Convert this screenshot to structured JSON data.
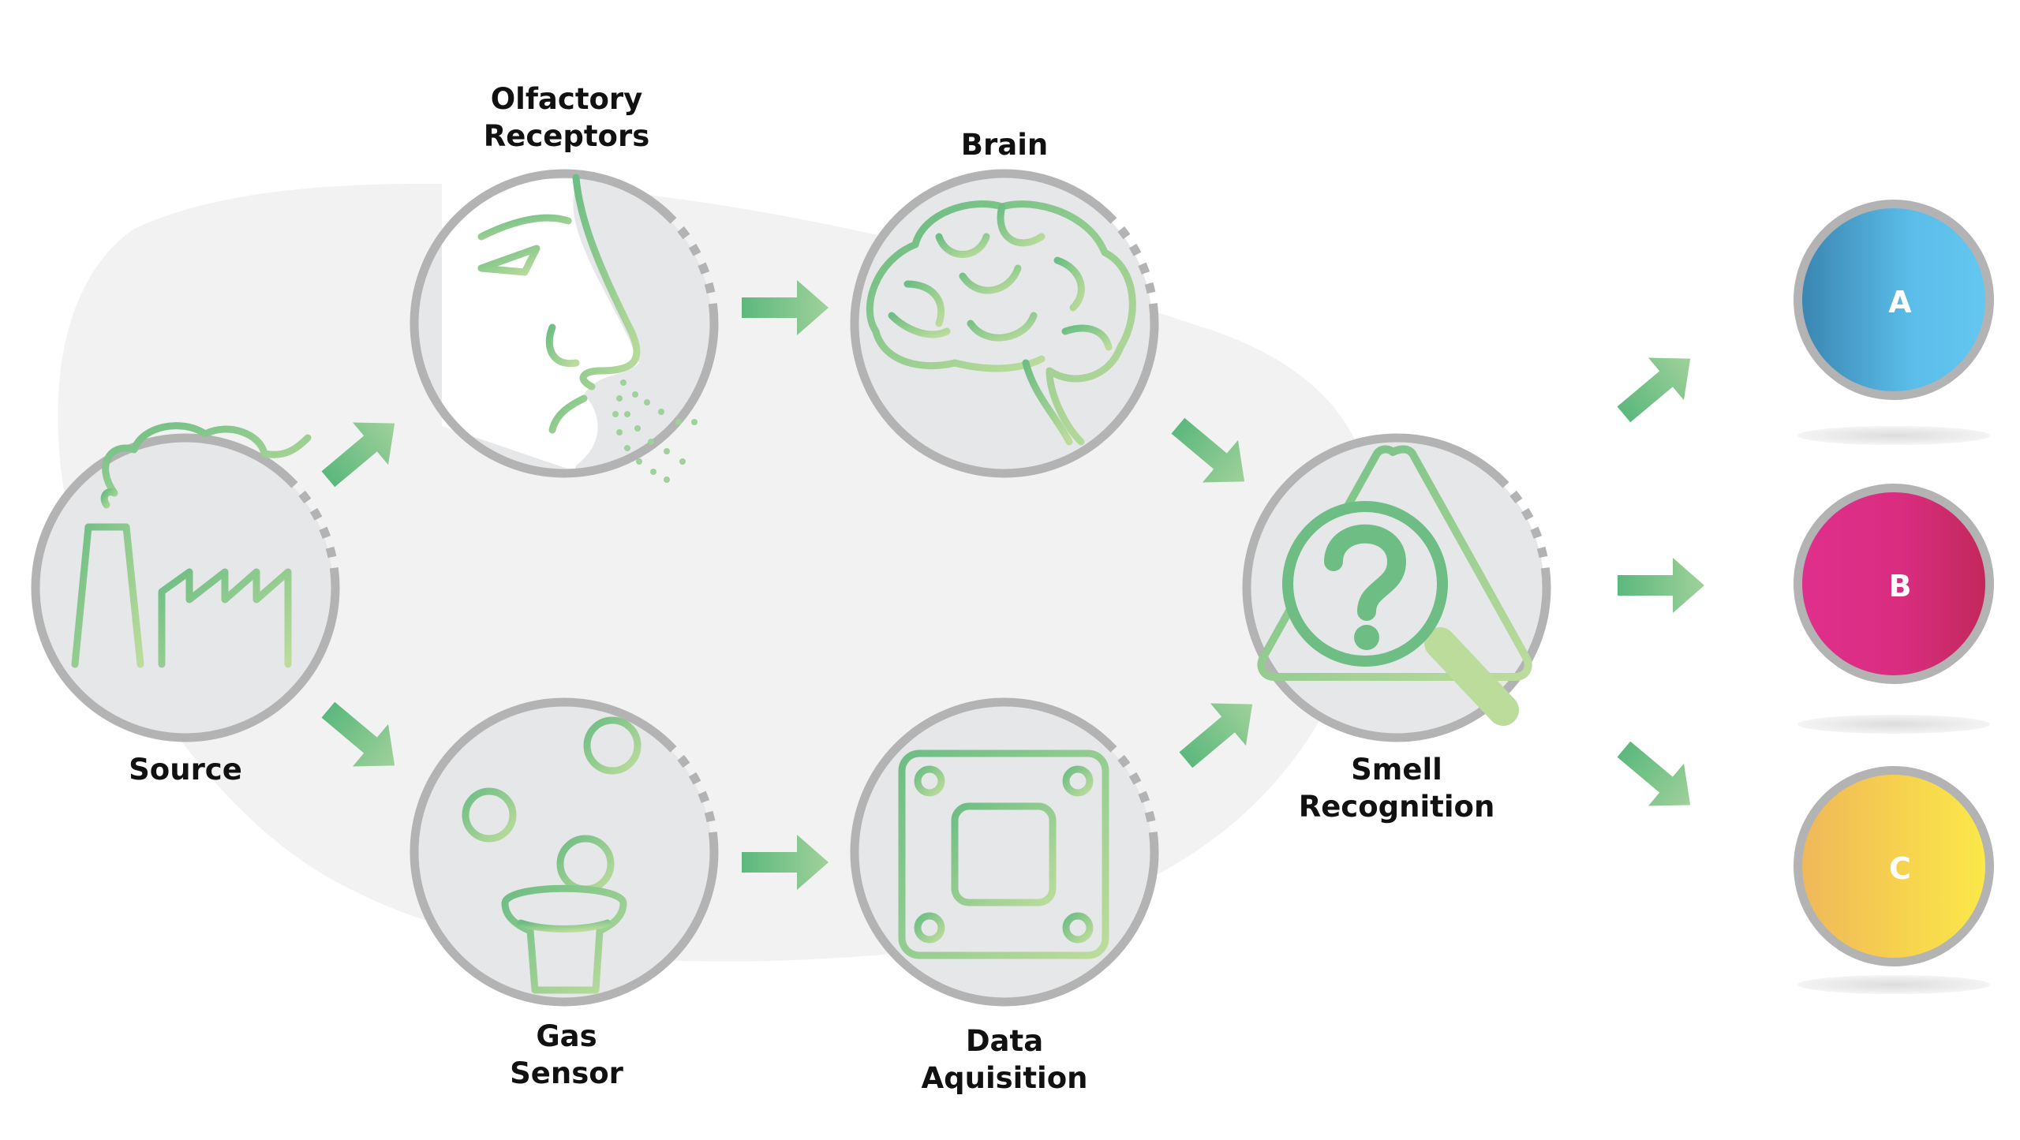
{
  "nodes": {
    "source": {
      "label": [
        "Source"
      ],
      "icon": "factory-icon"
    },
    "olfactory": {
      "label": [
        "Olfactory",
        "Receptors"
      ],
      "icon": "nose-face-icon"
    },
    "brain": {
      "label": [
        "Brain"
      ],
      "icon": "brain-icon"
    },
    "gas": {
      "label": [
        "Gas",
        "Sensor"
      ],
      "icon": "gas-sensor-icon"
    },
    "data": {
      "label": [
        "Data",
        "Aquisition"
      ],
      "icon": "chip-icon"
    },
    "smell": {
      "label": [
        "Smell",
        "Recognition"
      ],
      "icon": "magnifier-question-icon"
    }
  },
  "outputs": [
    {
      "letter": "A",
      "color_start": "#3b86b2",
      "color_end": "#63c7f0"
    },
    {
      "letter": "B",
      "color_start": "#df2f8c",
      "color_end": "#c2285a"
    },
    {
      "letter": "C",
      "color_start": "#efb85a",
      "color_end": "#fbe84a"
    }
  ],
  "colors": {
    "green_dark": "#6dbd84",
    "green_light": "#bcdc9c",
    "ring_gray": "#b3b3b3",
    "disc_gray": "#e6e7e8",
    "blob_gray": "#f2f2f2"
  }
}
